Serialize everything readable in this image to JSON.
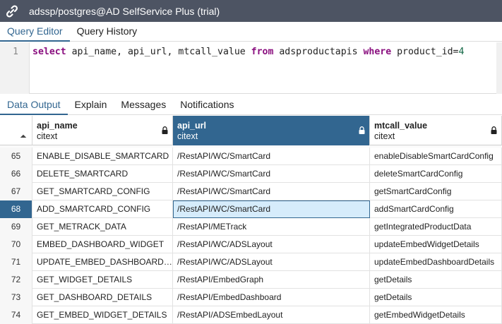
{
  "window": {
    "title": "adssp/postgres@AD SelfService Plus (trial)",
    "logo_icon": "link-icon"
  },
  "editor_tabs": [
    {
      "label": "Query Editor",
      "active": true
    },
    {
      "label": "Query History",
      "active": false
    }
  ],
  "editor": {
    "line_number": "1",
    "sql": {
      "k1": "select",
      "t1": " api_name, api_url, mtcall_value ",
      "k2": "from",
      "t2": " adsproductapis ",
      "k3": "where",
      "t3": " product_id=",
      "n1": "4"
    }
  },
  "result_tabs": [
    {
      "label": "Data Output",
      "active": true
    },
    {
      "label": "Explain",
      "active": false
    },
    {
      "label": "Messages",
      "active": false
    },
    {
      "label": "Notifications",
      "active": false
    }
  ],
  "grid": {
    "columns": [
      {
        "name": "api_name",
        "type": "citext"
      },
      {
        "name": "api_url",
        "type": "citext"
      },
      {
        "name": "mtcall_value",
        "type": "citext"
      }
    ],
    "rows": [
      {
        "n": "65",
        "api_name": "ENABLE_DISABLE_SMARTCARD",
        "api_url": "/RestAPI/WC/SmartCard",
        "mtcall_value": "enableDisableSmartCardConfig"
      },
      {
        "n": "66",
        "api_name": "DELETE_SMARTCARD",
        "api_url": "/RestAPI/WC/SmartCard",
        "mtcall_value": "deleteSmartCardConfig"
      },
      {
        "n": "67",
        "api_name": "GET_SMARTCARD_CONFIG",
        "api_url": "/RestAPI/WC/SmartCard",
        "mtcall_value": "getSmartCardConfig"
      },
      {
        "n": "68",
        "api_name": "ADD_SMARTCARD_CONFIG",
        "api_url": "/RestAPI/WC/SmartCard",
        "mtcall_value": "addSmartCardConfig"
      },
      {
        "n": "69",
        "api_name": "GET_METRACK_DATA",
        "api_url": "/RestAPI/METrack",
        "mtcall_value": "getIntegratedProductData"
      },
      {
        "n": "70",
        "api_name": "EMBED_DASHBOARD_WIDGET",
        "api_url": "/RestAPI/WC/ADSLayout",
        "mtcall_value": "updateEmbedWidgetDetails"
      },
      {
        "n": "71",
        "api_name": "UPDATE_EMBED_DASHBOARD_D...",
        "api_url": "/RestAPI/WC/ADSLayout",
        "mtcall_value": "updateEmbedDashboardDetails"
      },
      {
        "n": "72",
        "api_name": "GET_WIDGET_DETAILS",
        "api_url": "/RestAPI/EmbedGraph",
        "mtcall_value": "getDetails"
      },
      {
        "n": "73",
        "api_name": "GET_DASHBOARD_DETAILS",
        "api_url": "/RestAPI/EmbedDashboard",
        "mtcall_value": "getDetails"
      },
      {
        "n": "74",
        "api_name": "GET_EMBED_WIDGET_DETAILS",
        "api_url": "/RestAPI/ADSEmbedLayout",
        "mtcall_value": "getEmbedWidgetDetails"
      }
    ],
    "selected_row": "68",
    "selected_column": "api_url"
  }
}
